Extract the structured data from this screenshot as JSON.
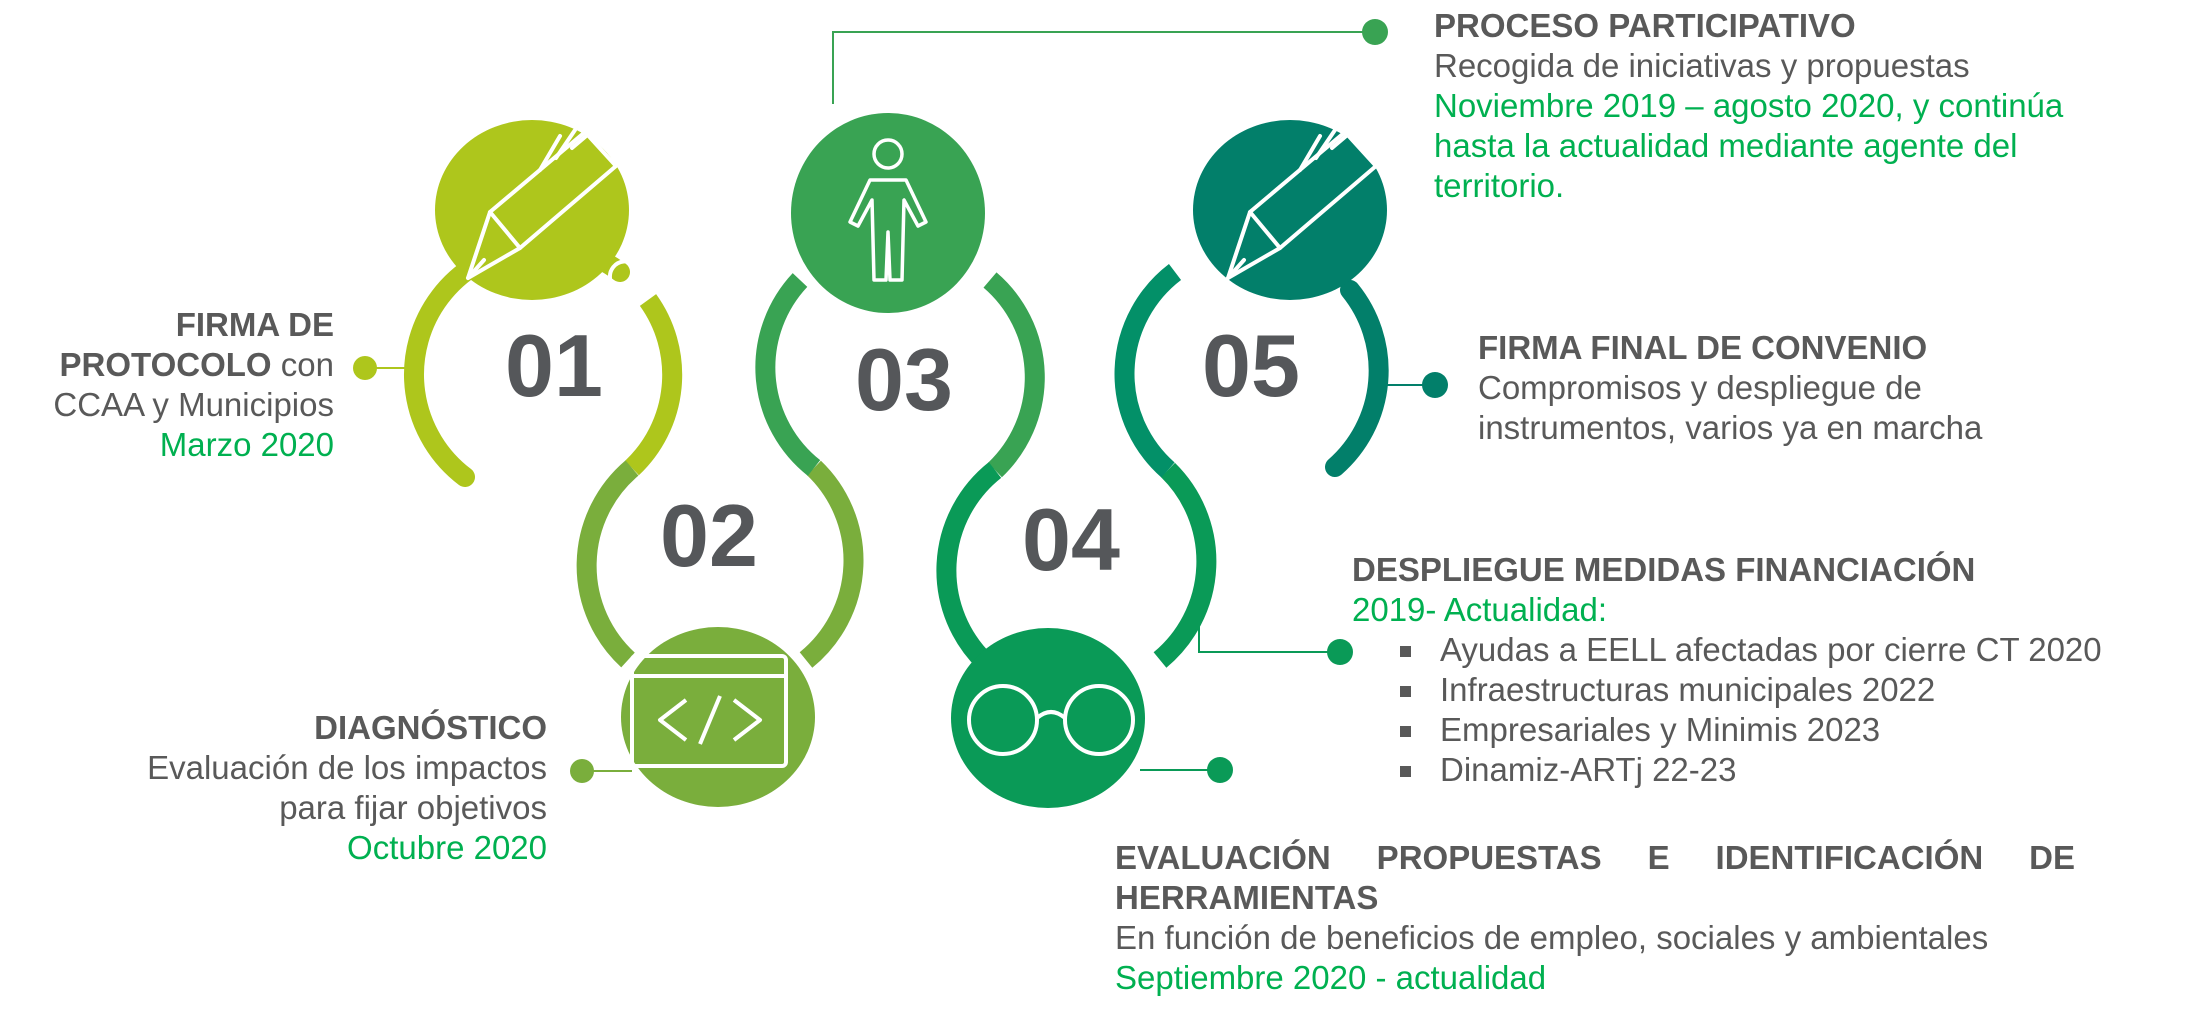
{
  "steps": [
    {
      "number": "01",
      "color": "#aec61c",
      "icon": "pencil-icon",
      "title_bold": "FIRMA DE PROTOCOLO",
      "title_rest": "con CCAA y Municipios",
      "date": "Marzo 2020"
    },
    {
      "number": "02",
      "color": "#7aae3c",
      "icon": "code-window-icon",
      "title": "DIAGNÓSTICO",
      "desc_line1": "Evaluación de los impactos",
      "desc_line2": "para fijar objetivos",
      "date": "Octubre 2020"
    },
    {
      "number": "03",
      "color": "#39a353",
      "icon": "person-icon",
      "title": "PROCESO PARTICIPATIVO",
      "desc": "Recogida de iniciativas y propuestas",
      "date": "Noviembre 2019 – agosto 2020, y continúa hasta la actualidad mediante agente del territorio."
    },
    {
      "number": "04",
      "color": "#0a9a57",
      "icon": "glasses-icon",
      "title": "EVALUACIÓN PROPUESTAS E IDENTIFICACIÓN DE HERRAMIENTAS",
      "desc": "En función de beneficios de empleo, sociales y ambientales",
      "date": "Septiembre 2020 - actualidad"
    },
    {
      "number": "05",
      "color": "#027f6a",
      "icon": "pencil-icon",
      "title": "FIRMA FINAL DE CONVENIO",
      "desc": "Compromisos y despliegue de instrumentos, varios ya en marcha"
    }
  ],
  "financing": {
    "title": "DESPLIEGUE MEDIDAS FINANCIACIÓN",
    "date": "2019- Actualidad:",
    "items": [
      "Ayudas a EELL afectadas por cierre CT 2020",
      "Infraestructuras municipales 2022",
      "Empresariales y Minimis 2023",
      "Dinamiz-ARTj 22-23"
    ]
  }
}
